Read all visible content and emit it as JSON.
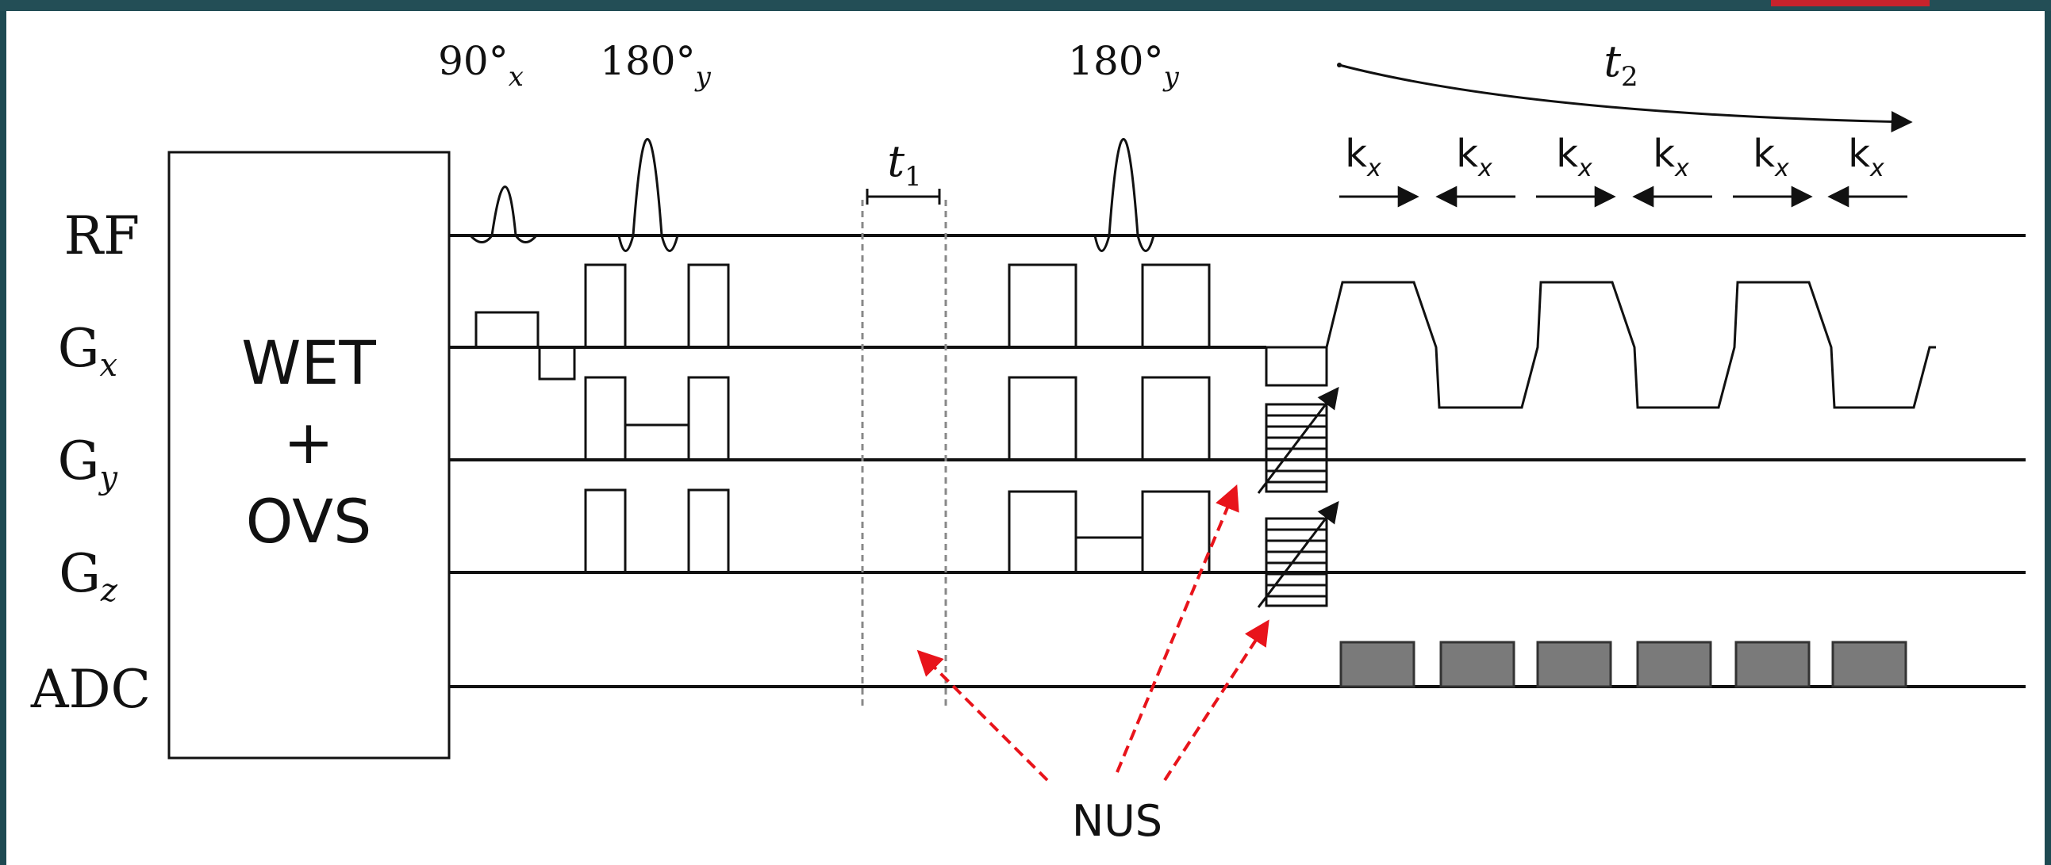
{
  "diagram": {
    "prep_block": {
      "line1": "WET",
      "line2": "+",
      "line3": "OVS"
    },
    "rows": {
      "rf": "RF",
      "gx": {
        "base": "G",
        "sub": "x"
      },
      "gy": {
        "base": "G",
        "sub": "y"
      },
      "gz": {
        "base": "G",
        "sub": "z"
      },
      "adc": "ADC"
    },
    "pulses": [
      {
        "angle": "90°",
        "sub": "x"
      },
      {
        "angle": "180°",
        "sub": "y"
      },
      {
        "angle": "180°",
        "sub": "y"
      }
    ],
    "t1": {
      "base": "t",
      "sub": "1"
    },
    "t2": {
      "base": "t",
      "sub": "2"
    },
    "kx_labels": [
      {
        "base": "k",
        "sub": "x"
      },
      {
        "base": "k",
        "sub": "x"
      },
      {
        "base": "k",
        "sub": "x"
      },
      {
        "base": "k",
        "sub": "x"
      },
      {
        "base": "k",
        "sub": "x"
      },
      {
        "base": "k",
        "sub": "x"
      }
    ],
    "nus_label": "NUS",
    "colors": {
      "line": "#111111",
      "adc_fill": "#7a7a7a",
      "nus_arrow": "#e8141b",
      "t1_guide": "#888888",
      "frame_bg": "#1e4a52",
      "accent": "#c8232c"
    }
  }
}
